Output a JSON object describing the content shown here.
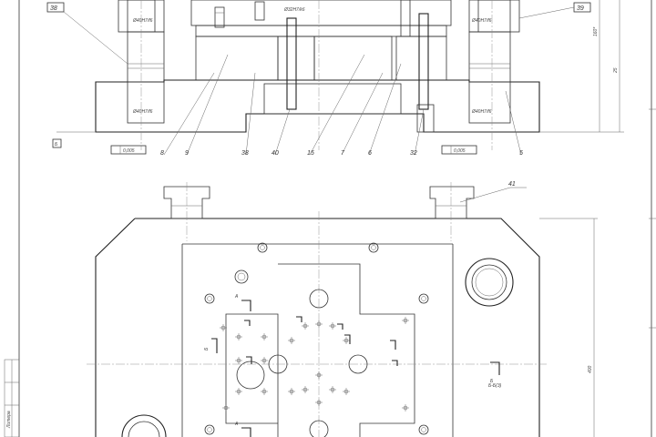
{
  "title_block": {
    "small_text": "Литера"
  },
  "section_view": {
    "callouts": [
      "8",
      "9",
      "38",
      "40",
      "15",
      "7",
      "6",
      "32",
      "5"
    ],
    "top_tags": [
      "38",
      "39"
    ],
    "fit_labels": [
      "Ø40H7/f6",
      "Ø40H7/f6",
      "Ø32H7/k6",
      "Ø40H7/f6",
      "Ø40H7/f6"
    ],
    "flatness": [
      "0,005",
      "0,005"
    ],
    "datum": "Б",
    "side_dims": [
      "160*",
      "25"
    ]
  },
  "plan_view": {
    "callouts": [
      "41"
    ],
    "section_marks": [
      "А",
      "Б",
      "А",
      "Б"
    ],
    "notes": [
      "Б-Б(3)"
    ],
    "side_dims": [
      "400"
    ]
  }
}
